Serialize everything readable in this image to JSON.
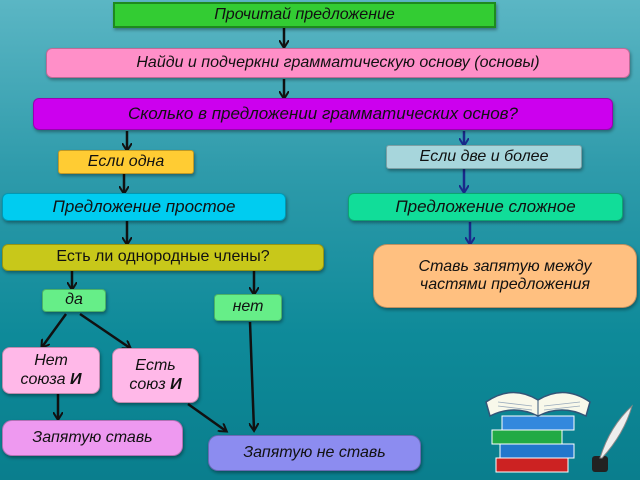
{
  "steps": {
    "read": "Прочитай предложение",
    "find": "Найди и подчеркни грамматическую основу (основы)",
    "count": "Сколько в предложении грамматических основ?"
  },
  "branches": {
    "one": "Если одна",
    "two_more": "Если две и более",
    "simple": "Предложение простое",
    "complex": "Предложение сложное",
    "homogeneous_q": "Есть ли однородные члены?",
    "comma_between": "Ставь запятую между частями предложения",
    "yes": "да",
    "no": "нет",
    "no_union_1": "Нет",
    "no_union_2": "союза",
    "has_union_1": "Есть",
    "has_union_2": "союз",
    "union_letter": "И",
    "put_comma": "Запятую ставь",
    "no_comma": "Запятую не ставь"
  },
  "colors": {
    "green": "#33cc33",
    "pink": "#ff8fc8",
    "purple": "#cc00ee",
    "yellow": "#ffcc33",
    "light_teal": "#a7d6dc",
    "cyan": "#00ccf0",
    "mint": "#11dd99",
    "olive": "#c8c81a",
    "peach": "#ffc080",
    "light_pink": "#ffb8e8",
    "lavender": "#ee99f0",
    "periwinkle": "#8c8cf0"
  },
  "icons": [
    "books-clipart-icon",
    "quill-inkwell-icon"
  ]
}
